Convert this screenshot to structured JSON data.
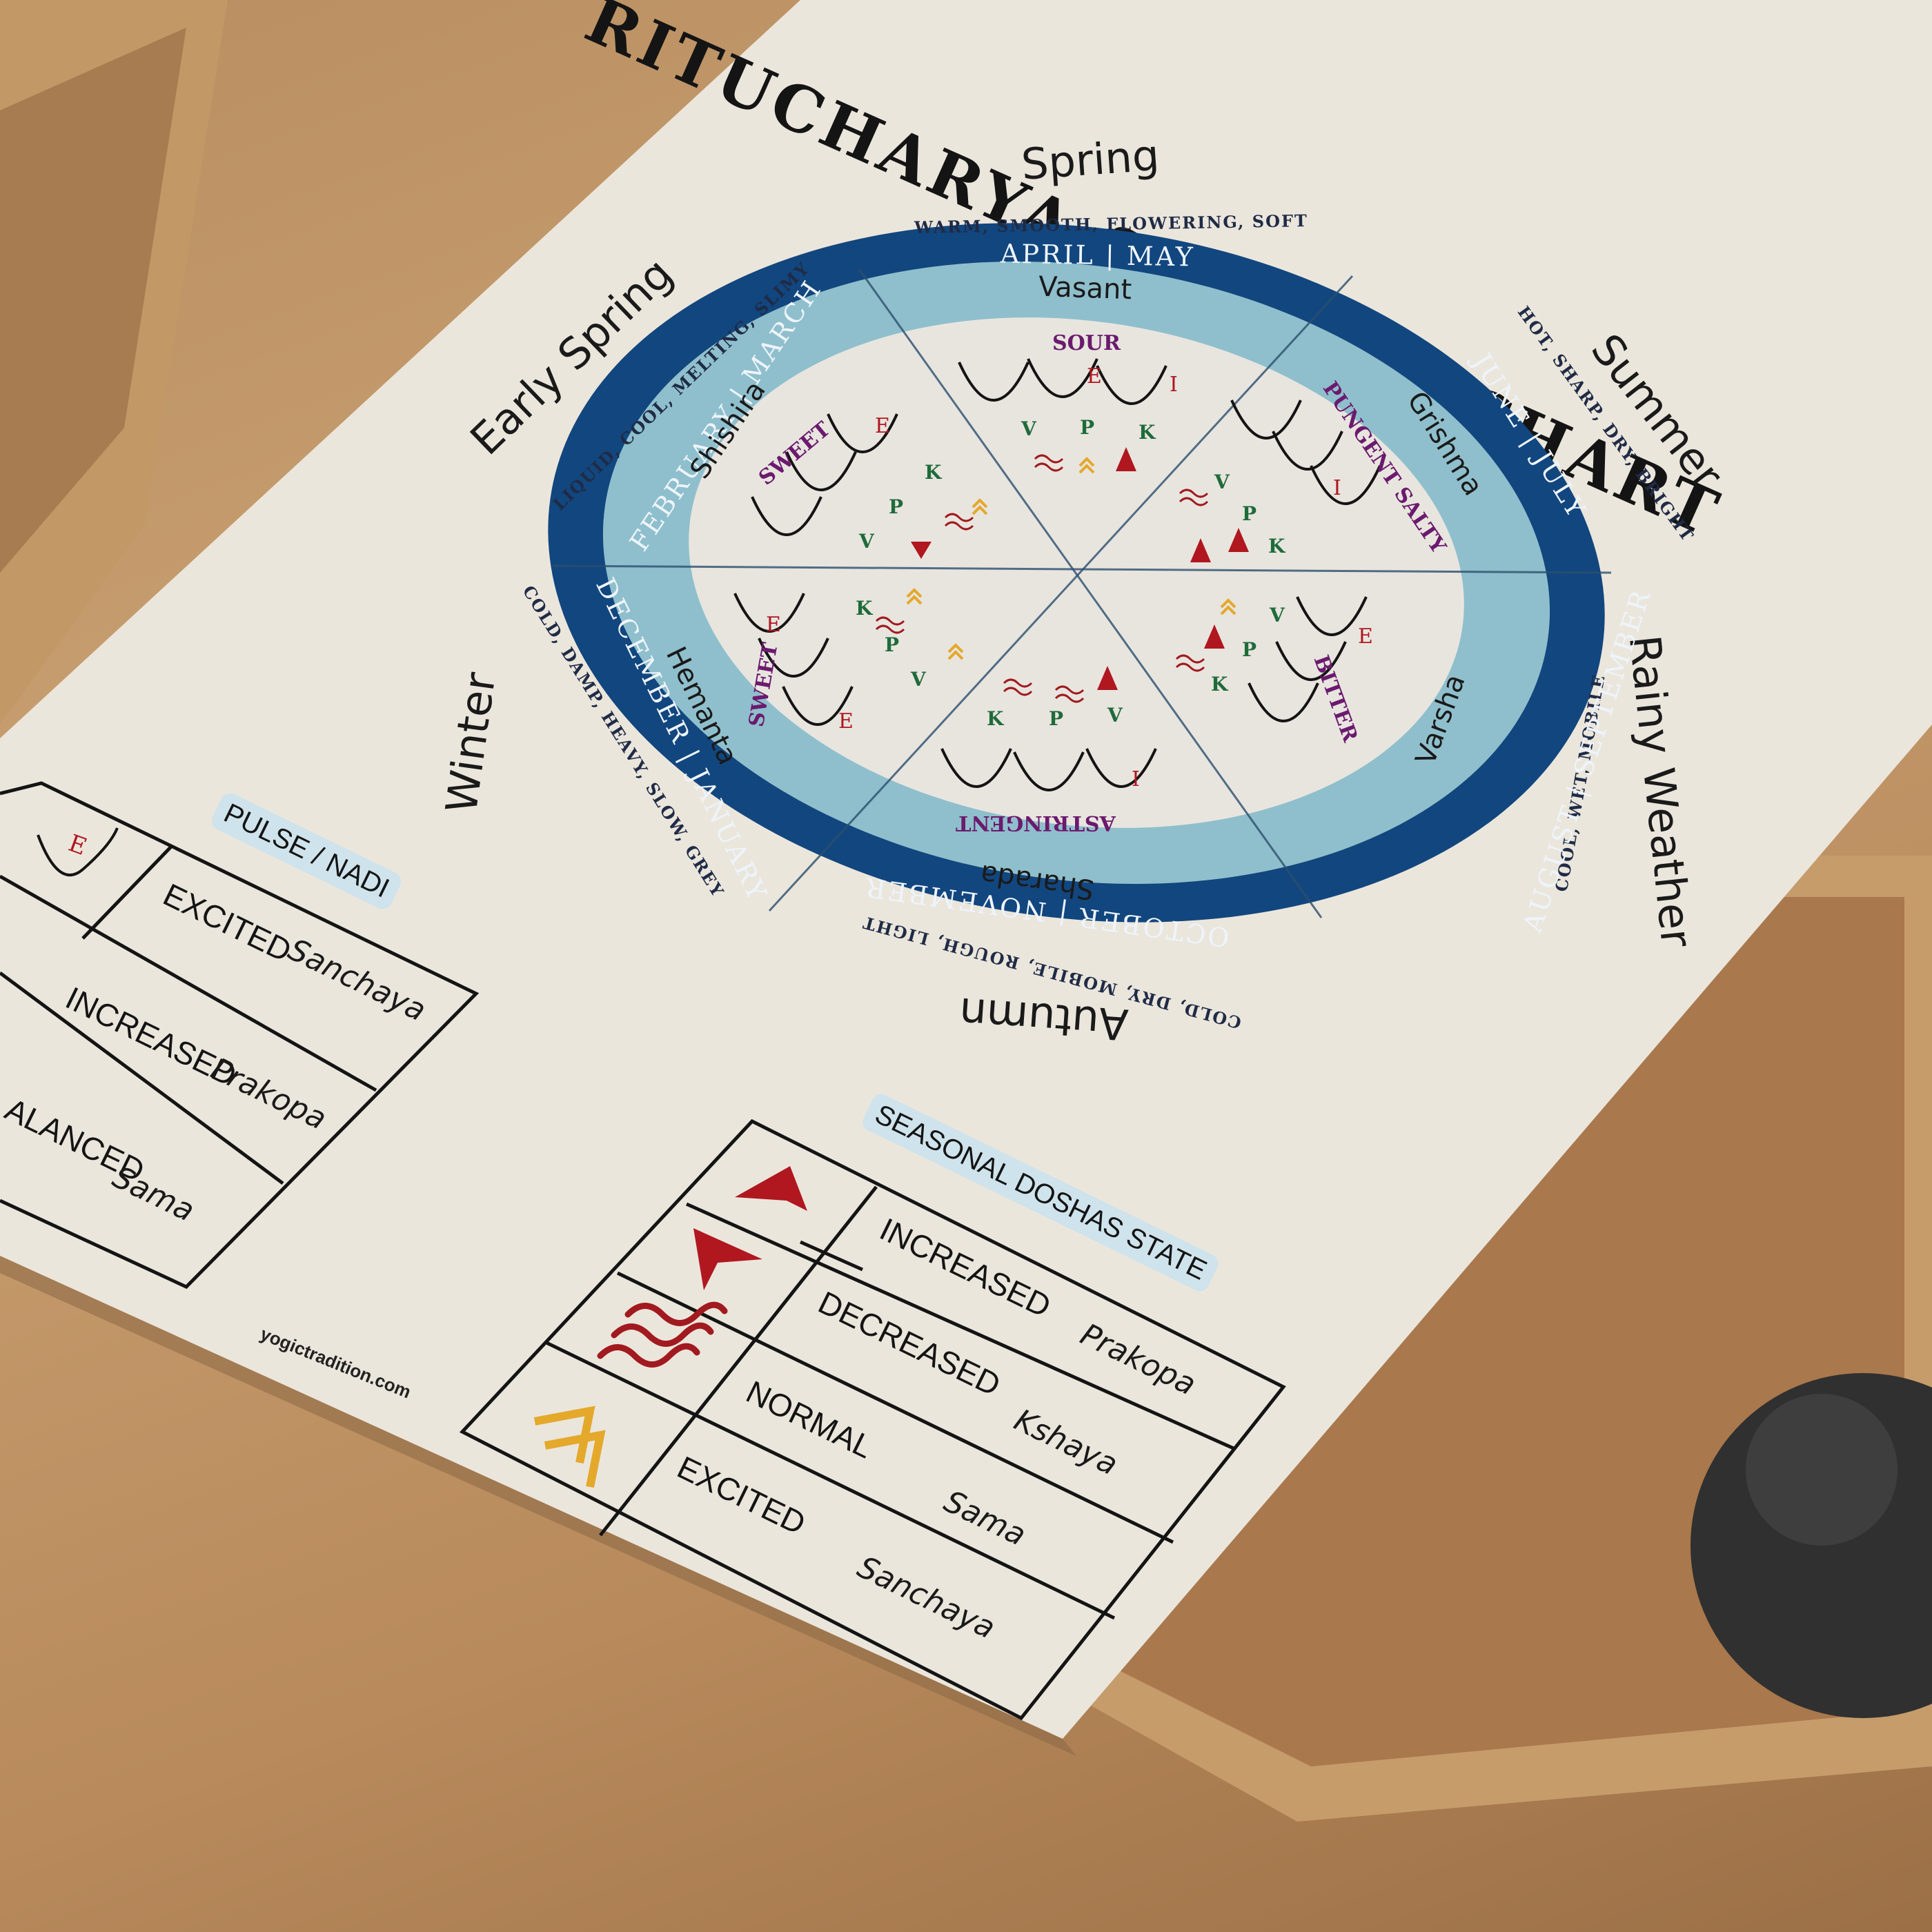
{
  "poster": {
    "title": "RITUCHARYA & DOSHA CHART",
    "website": "yogictradition.com"
  },
  "wheel": {
    "seasons": [
      {
        "name": "Spring",
        "qualities": "WARM, SMOOTH, FLOWERING, SOFT",
        "months": "APRIL | MAY",
        "ritu": "Vasant",
        "taste": "SOUR"
      },
      {
        "name": "Summer",
        "qualities": "HOT, SHARP, DRY, BRIGHT",
        "months": "JUNE | JULY",
        "ritu": "Grishma",
        "taste": "PUNGENT SALTY"
      },
      {
        "name": "Rainy Weather",
        "qualities": "COOL, WET, MOBILE",
        "months": "AUGUST | SEPTEMBER",
        "ritu": "Varsha",
        "taste": "BITTER"
      },
      {
        "name": "Autumn",
        "qualities": "COLD, DRY, MOBILE, ROUGH, LIGHT",
        "months": "OCTOBER | NOVEMBER",
        "ritu": "Sharada",
        "taste": "ASTRINGENT"
      },
      {
        "name": "Winter",
        "qualities": "COLD, DAMP, HEAVY, SLOW, GREY",
        "months": "DECEMBER | JANUARY",
        "ritu": "Hemanta",
        "taste": "SWEET"
      },
      {
        "name": "Early Spring",
        "qualities": "LIQUID, COOL, MELTING, SLIMY",
        "months": "FEBRUARY | MARCH",
        "ritu": "Shishira",
        "taste": "SWEET"
      }
    ],
    "dosha_letters": {
      "v": "V",
      "p": "P",
      "k": "K"
    },
    "pulse_marks": {
      "e": "E",
      "i": "I"
    }
  },
  "pulse_table": {
    "heading": "PULSE / NADI",
    "mark": "E",
    "rows": [
      {
        "state": "EXCITED",
        "term": "Sanchaya"
      },
      {
        "state": "INCREASED",
        "term": "Prakopa"
      },
      {
        "state": "ALANCED",
        "term": "Sama"
      }
    ]
  },
  "dosha_table": {
    "heading": "SEASONAL DOSHAS STATE",
    "rows": [
      {
        "state": "INCREASED",
        "term": "Prakopa",
        "icon": "up-arrow-icon"
      },
      {
        "state": "DECREASED",
        "term": "Kshaya",
        "icon": "down-arrow-icon"
      },
      {
        "state": "NORMAL",
        "term": "Sama",
        "icon": "wave-icon"
      },
      {
        "state": "EXCITED",
        "term": "Sanchaya",
        "icon": "chevron-up-icon"
      }
    ]
  },
  "colors": {
    "paper": "#ebe6dc",
    "ring_dark": "#12467e",
    "ring_light": "#8fbfcc",
    "inner": "#e8e5df",
    "arrow": "#b0171f",
    "chevron": "#e4a82b",
    "taste": "#6b1a6e",
    "dosha_letters": "#1f6b3a"
  }
}
